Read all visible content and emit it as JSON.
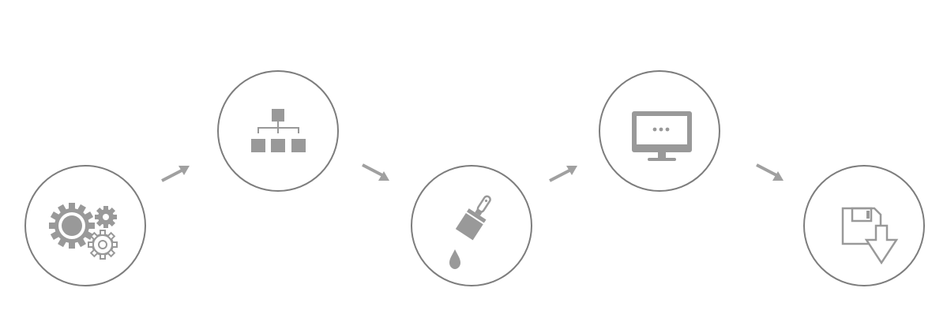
{
  "colors": {
    "circle_stroke": "#7d7d7d",
    "icon_fill": "#999999",
    "arrow": "#a0a0a0",
    "background": "#ffffff"
  },
  "steps": [
    {
      "icon": "gears-icon"
    },
    {
      "icon": "sitemap-icon"
    },
    {
      "icon": "paintbrush-icon"
    },
    {
      "icon": "monitor-icon"
    },
    {
      "icon": "save-download-icon"
    }
  ],
  "connectors": [
    {
      "direction": "up-right"
    },
    {
      "direction": "down-right"
    },
    {
      "direction": "up-right"
    },
    {
      "direction": "down-right"
    }
  ]
}
